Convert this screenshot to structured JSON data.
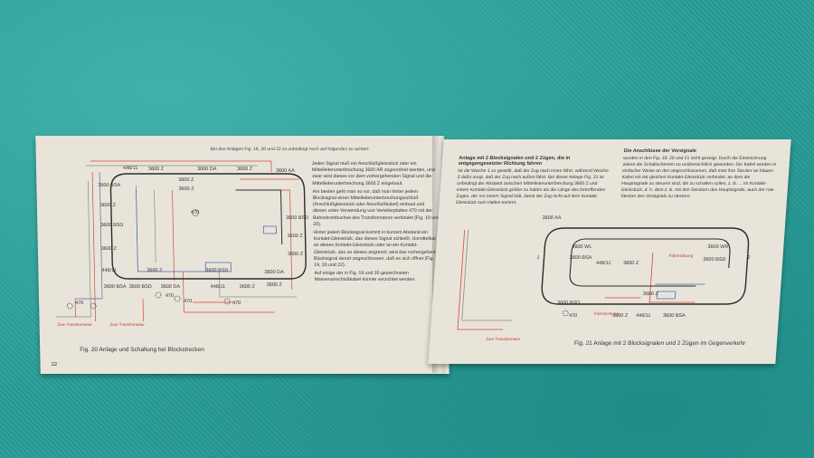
{
  "left_page": {
    "intro_line": "Bei den Anlagen Fig. 18, 20 und 22 ist unbedingt noch auf folgendes zu achten:",
    "paragraphs": [
      "Jedes Signal muß ein Anschlußgleisstück oder ein Mittelleiterunterbrechung 3600 AR zugeordnet werden, und zwar wird dieses vor dem vorhergehenden Signal und die Mittelleiterunterbrechung 3600 Z eingebaut.",
      "Am besten geht man so vor, daß man hinter jedem Blocksignal einen Mittelleiterunterbrechungsschluß (Anschlußgleisstück oder Anschlußkabel) einbaut und diesen unter Verwendung von Verteilerplatten 470 mit der Bahnstrombuchse des Transformators verbindet (Fig. 19 und 20).",
      "Hinter jedem Blocksignal kommt in kurzem Abstand ein Kontakt-Gleisstück, das dieses Signal schließt. Unmittelbar an dieses Kontakt-Gleisstück oder an ein Kontakt-Gleisstück, das an dieses angrenzt, wird das vorhergehende Blocksignal derart angeschlossen, daß es sich öffnet (Fig. 19, 20 und 22).",
      "Auf einige der in Fig. 19 und 20 gezeichneten Massenanschlußkabel könnte verzichtet werden."
    ],
    "caption": "Fig. 20  Anlage und Schaltung bei Blockstrecken",
    "page_number": "22",
    "labels": {
      "l1": "446/11",
      "l2": "3600 Z",
      "l3": "3600 DA",
      "l4": "3600 Z",
      "l5": "3600 AA",
      "l6": "3600 BSA",
      "l7": "3600 Z",
      "l8": "3600 Z",
      "l9": "3600 Z",
      "l10": "3600 BSD",
      "l11": "3600 Z",
      "l12": "3600 BSD",
      "l13": "3600 Z",
      "l14": "3600 Z",
      "l15": "446/11",
      "l16": "3600 Z",
      "l17": "3600 BSD",
      "l18": "3600 DA",
      "l19": "3600 Z",
      "l20": "3600 BSA",
      "l21": "3600 BSD",
      "l22": "3600 DA",
      "l23": "446/11",
      "l24": "3600 Z",
      "l25": "470",
      "l26": "470",
      "l27": "470",
      "l28": "470",
      "l29": "470",
      "l30": "Zum Transformator",
      "l31": "Zum Transformator"
    }
  },
  "right_page": {
    "heading_left": "Anlage mit 2 Blocksignalen und 2 Zügen, die in entgegengesetzter Richtung fahren",
    "text_left": "Ist die Weiche 1 so gestellt, daß der Zug nach innen fährt, während Weiche 2 dafür sorgt, daß der Zug nach außen fährt. Bei dieser Anlage Fig. 21 ist unbedingt der Abstand zwischen Mittelleiterunterbrechung 3600 Z und einem Kontakt-Gleisstück größer zu halten als die Länge des betreffenden Zuges, der vor einem Signal hält, damit der Zug nicht auf dem Kontakt-Gleisstück zum Halten kommt.",
    "heading_right": "Die Anschlüsse der Vorsignale",
    "text_right": "wurden in den Fig. 18, 20 und 21 nicht gezeigt. Durch die Einzeichnung wären die Schaltschemen zu unübersichtlich geworden. Die Kabel werden in einfacher Weise an den angeschlossenen, daß man ihre Stecker an blauen Kabel ein mit gleichen Kontakt-Gleisstück verbindet, an dem die Hauptsignale zu steuern sind, die zu schalten sollen, z. B. ... im Kontakt-Gleisstück, d. h. dem z. B. mit den Steckern des Hauptsignals, auch der rote Stecker des Vorsignals zu stecken.",
    "caption": "Fig. 21  Anlage mit 2 Blocksignalen und 2 Zügen im Gegenverkehr",
    "labels": {
      "r1": "3600 AA",
      "r2": "3600 WL",
      "r3": "3600 WR",
      "r4": "3600 BSA",
      "r5": "446/11",
      "r6": "3600 Z",
      "r7": "3600 BSD",
      "r8": "3600 Z",
      "r9": "3600 BSD",
      "r10": "470",
      "r11": "3600 Z",
      "r12": "446/11",
      "r13": "3600 BSA",
      "r14": "Zum Transformator",
      "r15": "1",
      "r16": "2",
      "r17": "Fahrtrichtung",
      "r18": "Fahrtrichtung"
    }
  },
  "colors": {
    "background": "#2a9e98",
    "paper": "#e9e4da",
    "track": "#2b2b2b",
    "wiring_red": "#d04a3a",
    "wiring_blue": "#4a6fb0",
    "wiring_grey": "#8a8a8a"
  }
}
